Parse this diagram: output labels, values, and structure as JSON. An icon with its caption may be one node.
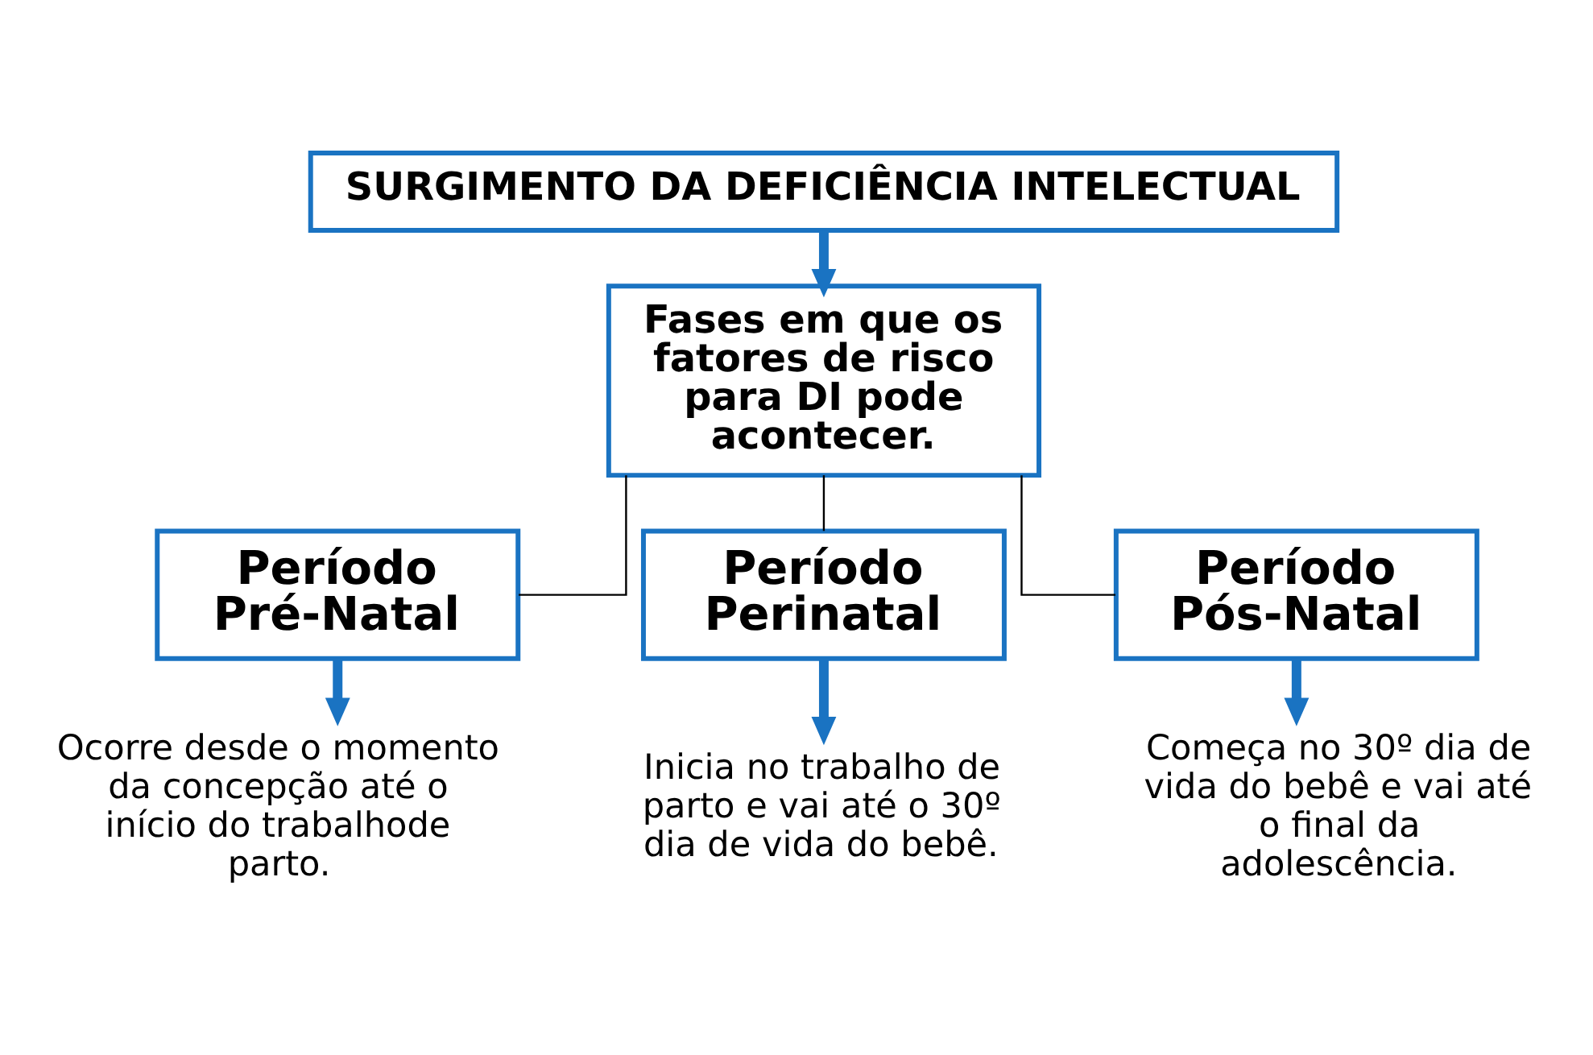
{
  "diagram": {
    "nodes": [
      {
        "text": [
          "SURGIMENTO DA DEFICIÊNCIA INTELECTUAL"
        ]
      },
      {
        "text": [
          "Fases em que os fatores de risco para DI pode acontecer."
        ]
      },
      {
        "text": [
          "Período Pré-Natal"
        ]
      },
      {
        "text": [
          "Período Perinatal"
        ]
      },
      {
        "text": [
          "Período Pós-Natal"
        ]
      },
      {
        "text": [
          "Ocorre desde o momento da concepção até o início do trabalhode parto."
        ]
      },
      {
        "text": [
          "Inicia no trabalho de parto e vai até o 30º dia de vida do bebê."
        ]
      },
      {
        "text": [
          "Começa no 30º dia de vida do bebê e vai até o final da adolescência."
        ]
      }
    ],
    "edges": [
      {
        "from": 0,
        "to": 1,
        "arrow": "to"
      },
      {
        "from": 1,
        "to": 2,
        "arrow": "none",
        "color": "#000000"
      },
      {
        "from": 1,
        "to": 3,
        "arrow": "none",
        "color": "#000000"
      },
      {
        "from": 1,
        "to": 4,
        "arrow": "none",
        "color": "#000000"
      },
      {
        "from": 2,
        "to": 5,
        "arrow": "to"
      },
      {
        "from": 3,
        "to": 6,
        "arrow": "to"
      },
      {
        "from": 4,
        "to": 7,
        "arrow": "to"
      }
    ]
  }
}
